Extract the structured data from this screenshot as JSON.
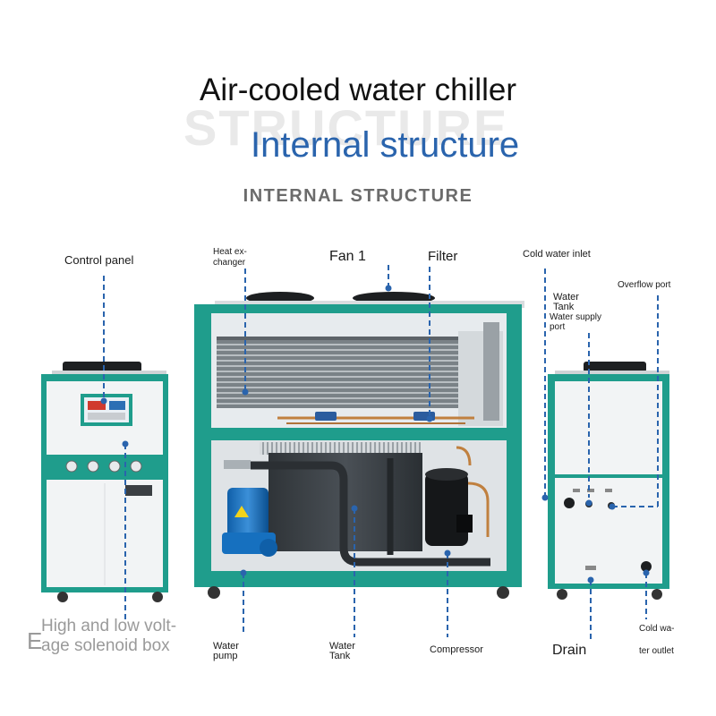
{
  "title": "Air-cooled water chiller",
  "subtitle": "Internal structure",
  "subtitle_upper": "INTERNAL STRUCTURE",
  "watermark": "STRUCTURE",
  "labels": {
    "control_panel": "Control panel",
    "heat_exchanger_1": "Heat ex-",
    "heat_exchanger_2": "changer",
    "fan_1": "Fan 1",
    "filter": "Filter",
    "cold_water_inlet": "Cold water inlet",
    "water_tank_top_1": "Water",
    "water_tank_top_2": "Tank",
    "overflow_port": "Overflow port",
    "water_supply_port_1": "Water supply",
    "water_supply_port_2": "port",
    "solenoid_box_1": "High and low volt-",
    "solenoid_box_2": "age solenoid box",
    "solenoid_prefix": "E",
    "water_pump_1": "Water",
    "water_pump_2": "pump",
    "water_tank_bottom_1": "Water",
    "water_tank_bottom_2": "Tank",
    "compressor": "Compressor",
    "drain": "Drain",
    "cold_water_outlet_1": "Cold wa-",
    "cold_water_outlet_2": "ter outlet"
  },
  "colors": {
    "frame_teal": "#1f9d8c",
    "panel_white": "#f2f4f5",
    "leader_blue": "#2a64ad",
    "title_blue": "#2a64ad"
  }
}
